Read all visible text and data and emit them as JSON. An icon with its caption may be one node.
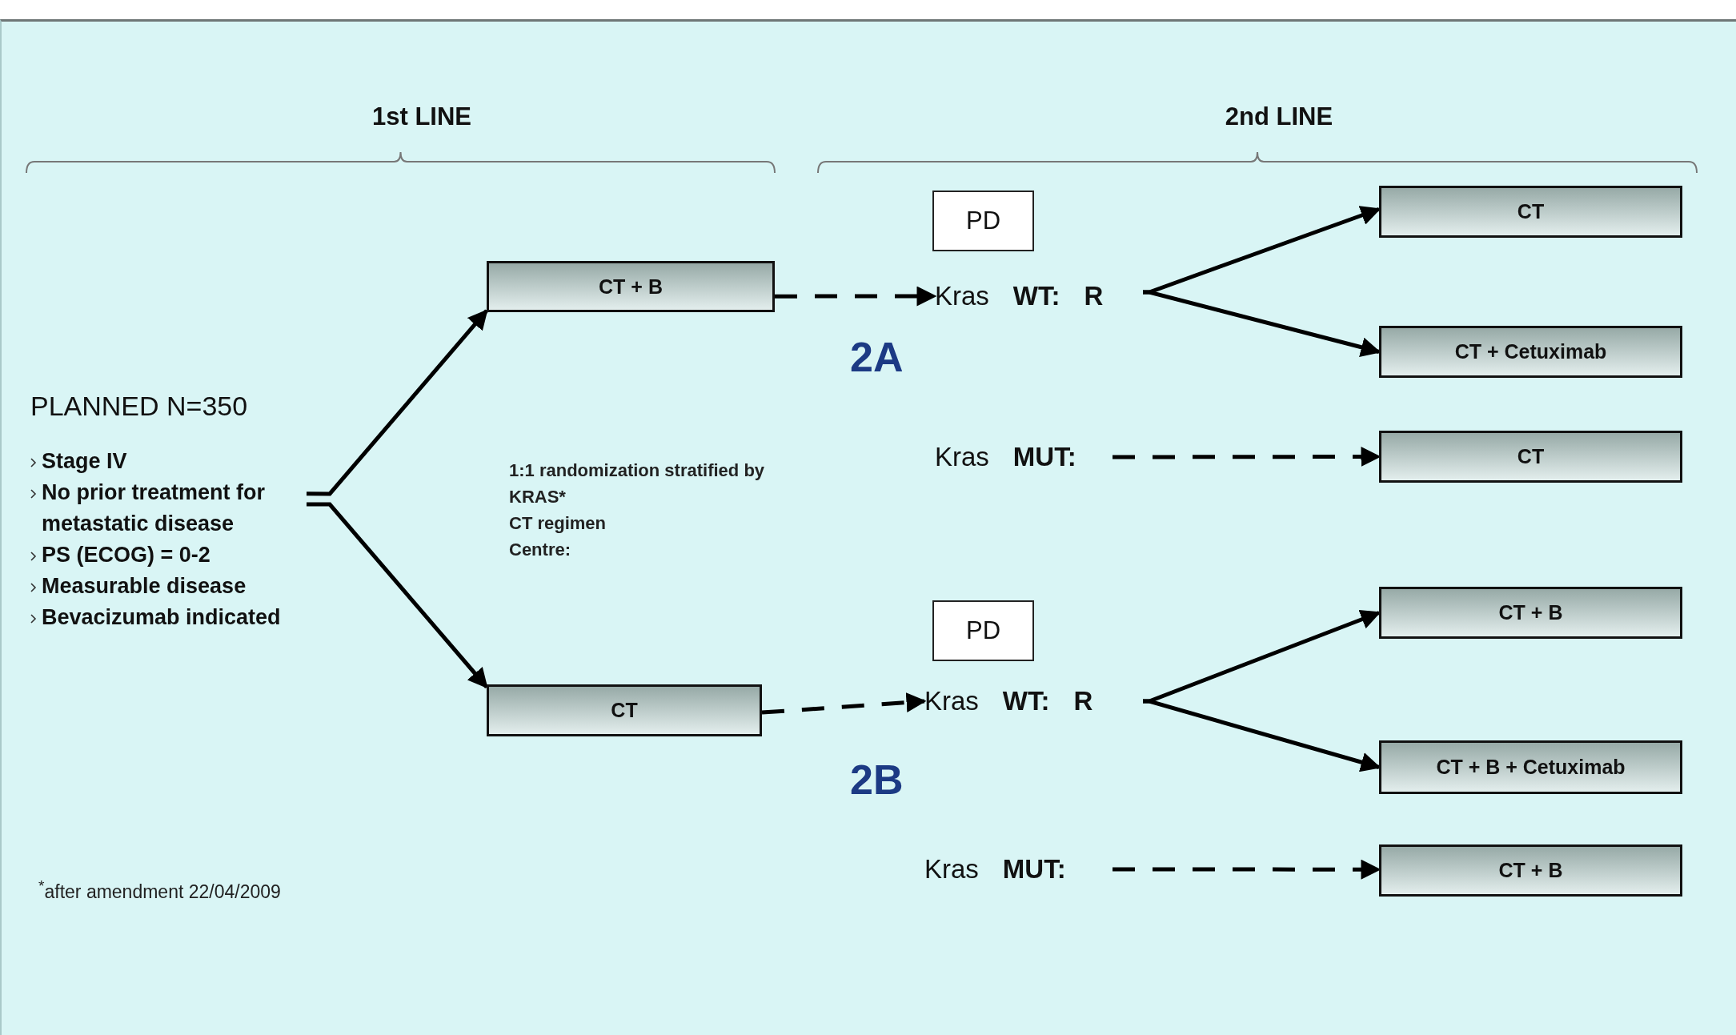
{
  "diagram": {
    "nodes": [
      {
        "text": [
          "PLANNED N=350",
          "Stage IV",
          "No prior treatment for metastatic disease",
          "PS (ECOG) = 0-2",
          "Measurable disease",
          "Bevacizumab indicated"
        ]
      },
      {
        "text": [
          "CT + B"
        ]
      },
      {
        "text": [
          "CT"
        ]
      },
      {
        "text": [
          "PD"
        ]
      },
      {
        "text": [
          "Kras",
          "WT:",
          "R"
        ]
      },
      {
        "text": [
          "Kras",
          "MUT:"
        ]
      },
      {
        "text": [
          "CT"
        ]
      },
      {
        "text": [
          "CT + Cetuximab"
        ]
      },
      {
        "text": [
          "CT"
        ]
      },
      {
        "text": [
          "PD"
        ]
      },
      {
        "text": [
          "Kras",
          "WT:",
          "R"
        ]
      },
      {
        "text": [
          "Kras",
          "MUT:"
        ]
      },
      {
        "text": [
          "CT + B"
        ]
      },
      {
        "text": [
          "CT + B + Cetuximab"
        ]
      },
      {
        "text": [
          "CT + B"
        ]
      }
    ],
    "edges": [
      {
        "from": 0,
        "to": 1,
        "arrow": "to"
      },
      {
        "from": 0,
        "to": 2,
        "arrow": "to"
      },
      {
        "from": 1,
        "to": 4,
        "arrow": "to",
        "style": "dashed"
      },
      {
        "from": 4,
        "to": 6,
        "arrow": "to"
      },
      {
        "from": 4,
        "to": 7,
        "arrow": "to"
      },
      {
        "from": 5,
        "to": 8,
        "arrow": "to",
        "style": "dashed"
      },
      {
        "from": 2,
        "to": 10,
        "arrow": "to",
        "style": "dashed"
      },
      {
        "from": 10,
        "to": 12,
        "arrow": "to"
      },
      {
        "from": 10,
        "to": 13,
        "arrow": "to"
      },
      {
        "from": 11,
        "to": 14,
        "arrow": "to",
        "style": "dashed"
      }
    ],
    "labels": [
      "1st LINE",
      "2nd LINE",
      "2A",
      "1:1 randomization stratified by",
      "KRAS*",
      "CT regimen",
      "Centre:",
      "2B",
      "$^{*}$after amendment 22/04/2009"
    ]
  }
}
